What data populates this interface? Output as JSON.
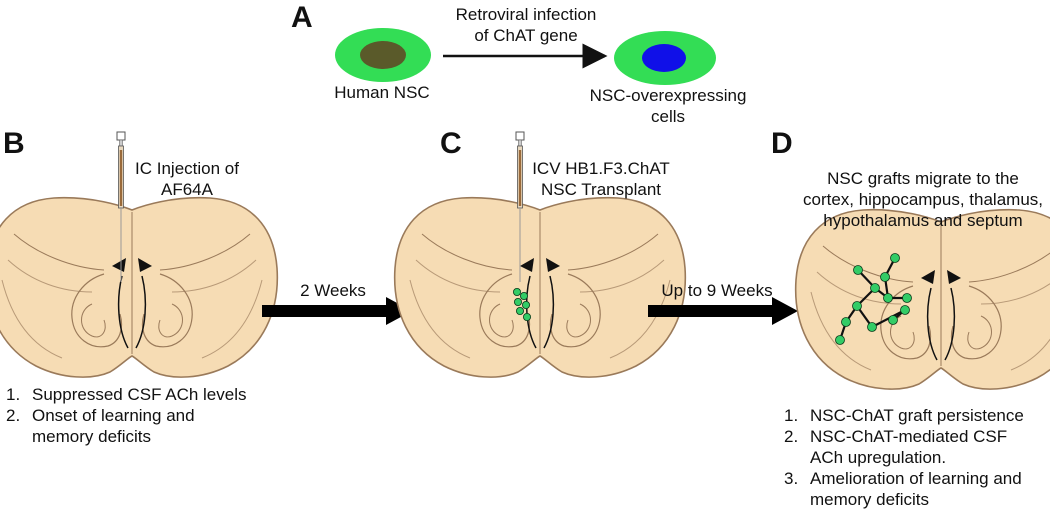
{
  "panels": {
    "a": {
      "letter": "A",
      "arrow_label": [
        "Retroviral infection",
        "of ChAT gene"
      ],
      "left_cell_label": "Human NSC",
      "right_cell_label": [
        "NSC-overexpressing",
        "cells"
      ]
    },
    "b": {
      "letter": "B",
      "injection_label": [
        "IC Injection  of",
        "AF64A"
      ],
      "outcomes": [
        {
          "num": "1.",
          "lines": [
            "Suppressed CSF ACh levels"
          ]
        },
        {
          "num": "2.",
          "lines": [
            "Onset of learning and",
            "memory deficits"
          ]
        }
      ]
    },
    "c": {
      "letter": "C",
      "injection_label": [
        "ICV HB1.F3.ChAT",
        "NSC Transplant"
      ]
    },
    "d": {
      "letter": "D",
      "migration_label": [
        "NSC grafts migrate to the",
        "cortex, hippocampus, thalamus,",
        "hypothalamus and septum"
      ],
      "outcomes": [
        {
          "num": "1.",
          "lines": [
            "NSC-ChAT graft persistence"
          ]
        },
        {
          "num": "2.",
          "lines": [
            "NSC-ChAT-mediated CSF",
            "ACh upregulation."
          ]
        },
        {
          "num": "3.",
          "lines": [
            "Amelioration of learning and",
            "memory deficits"
          ]
        }
      ]
    }
  },
  "transitions": [
    {
      "label": "2 Weeks"
    },
    {
      "label": "Up to 9 Weeks"
    }
  ],
  "colors": {
    "cell_membrane": "#33dd55",
    "nsc_nucleus": "#5a5a2a",
    "chat_nucleus": "#1010e8",
    "brain_fill": "#f6dcb4",
    "brain_outline": "#9a7a5a",
    "ventricle": "#111111",
    "graft_cell": "#33cc66"
  }
}
